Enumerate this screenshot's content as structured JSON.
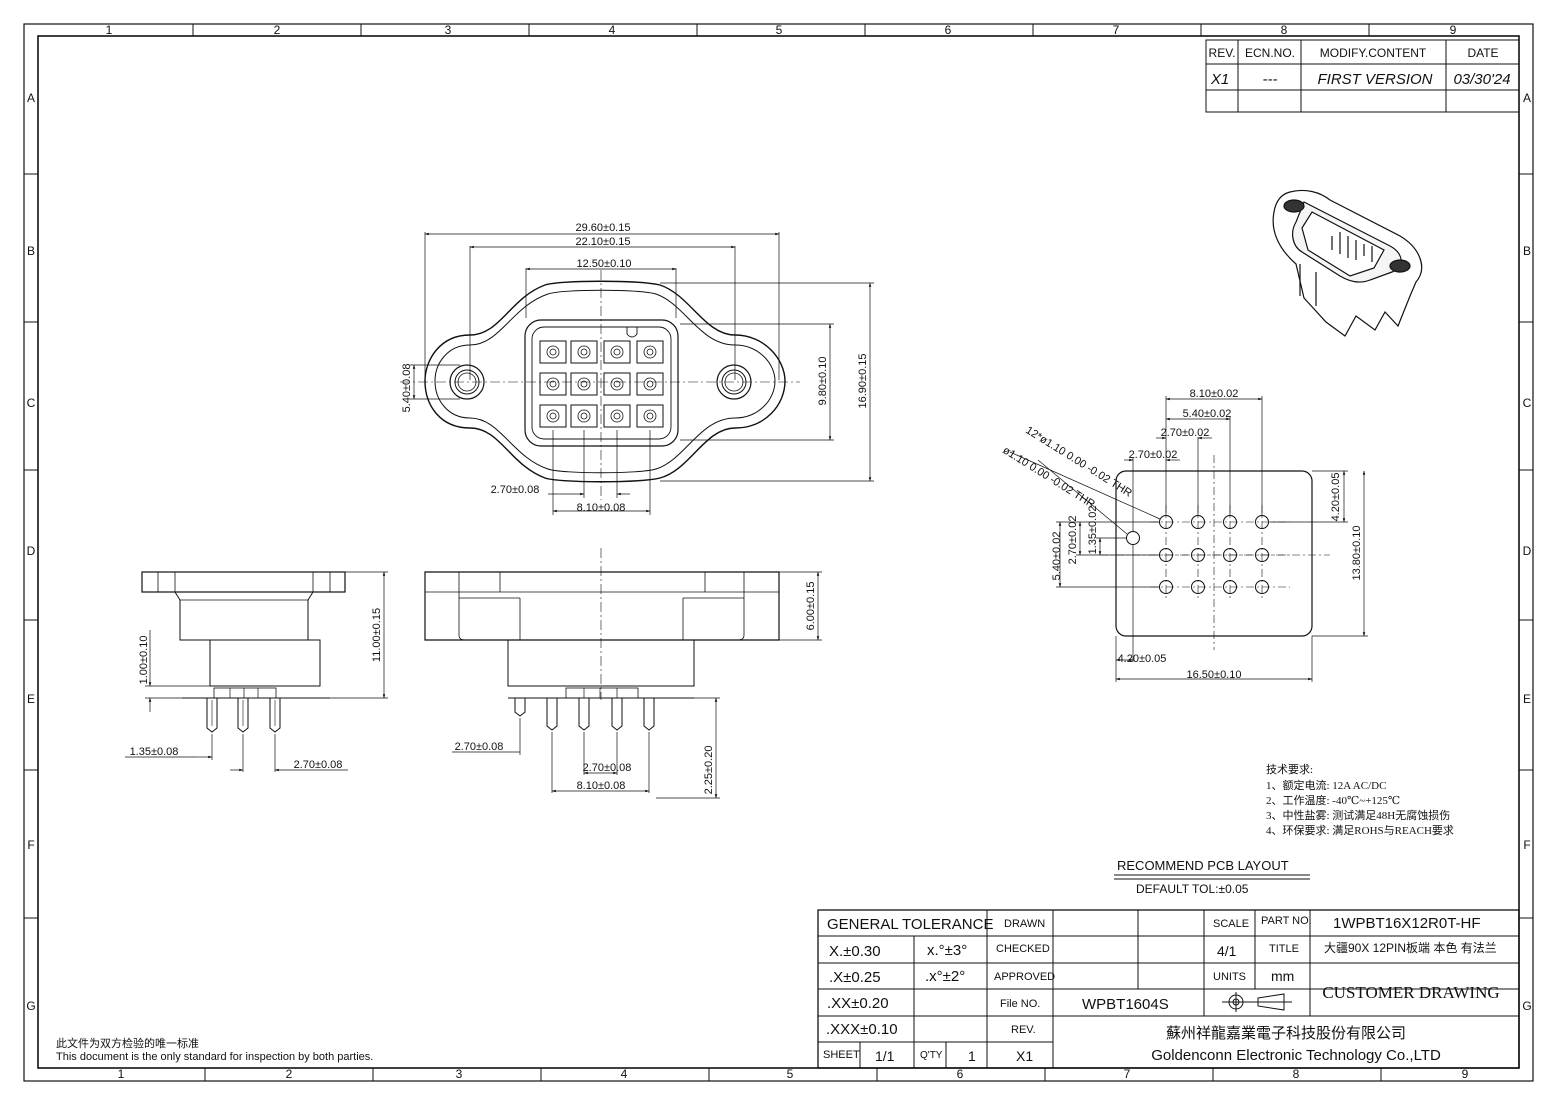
{
  "border": {
    "cols_top": [
      "1",
      "2",
      "3",
      "4",
      "5",
      "6",
      "7",
      "8",
      "9"
    ],
    "cols_bottom": [
      "1",
      "2",
      "3",
      "4",
      "5",
      "6",
      "7",
      "8",
      "9"
    ],
    "rows": [
      "A",
      "B",
      "C",
      "D",
      "E",
      "F",
      "G"
    ]
  },
  "revision": {
    "headers": [
      "REV.",
      "ECN.NO.",
      "MODIFY.CONTENT",
      "DATE"
    ],
    "rows": [
      [
        "X1",
        "---",
        "FIRST VERSION",
        "03/30'24"
      ]
    ]
  },
  "top_view_dims": {
    "overall_width": "29.60±0.15",
    "hole_spacing": "22.10±0.15",
    "body_width": "12.50±0.10",
    "hole_dia_y": "5.40±0.08",
    "body_height": "9.80±0.10",
    "overall_height": "16.90±0.15",
    "pin_pitch_a": "2.70±0.08",
    "pin_span_a": "8.10±0.08"
  },
  "side_view_left_dims": {
    "height": "11.00±0.15",
    "step": "1.00±0.10",
    "pin_offset": "1.35±0.08",
    "pin_pitch": "2.70±0.08"
  },
  "side_view_right_dims": {
    "flange": "6.00±0.15",
    "pin_pitch_left": "2.70±0.08",
    "pin_pitch": "2.70±0.08",
    "pin_span": "8.10±0.08",
    "pin_length": "2.25±0.20"
  },
  "pcb_layout_dims": {
    "span": "8.10±0.02",
    "span2": "5.40±0.02",
    "pitch_top": "2.70±0.02",
    "pitch_left": "2.70±0.02",
    "hole_note": "12*ø1.10  0.00 -0.02 THR",
    "peg_note": "ø1.10  0.00 -0.02 THR",
    "v_span": "5.40±0.02",
    "v_pitch": "2.70±0.02",
    "v_offset": "1.35±0.02",
    "right_top": "4.20±0.05",
    "right_height": "13.80±0.10",
    "left_bottom": "4.20±0.05",
    "width": "16.50±0.10"
  },
  "tech_requirements": {
    "title": "技术要求:",
    "items": [
      "1、额定电流: 12A AC/DC",
      "2、工作温度: -40℃~+125℃",
      "3、中性盐雾: 测试满足48H无腐蚀损伤",
      "4、环保要求: 满足ROHS与REACH要求"
    ]
  },
  "pcb_caption": {
    "title": "RECOMMEND PCB LAYOUT",
    "tolerance": "DEFAULT TOL:±0.05"
  },
  "title_block": {
    "general_tolerance": "GENERAL TOLERANCE",
    "tol_rows": [
      [
        "X.±0.30",
        "x.°±3°"
      ],
      [
        ".X±0.25",
        ".x°±2°"
      ],
      [
        ".XX±0.20",
        ""
      ],
      [
        ".XXX±0.10",
        ""
      ]
    ],
    "drawn": "DRAWN",
    "checked": "CHECKED",
    "approved": "APPROVED",
    "file_no_label": "File  NO.",
    "file_no": "WPBT1604S",
    "rev_label": "REV.",
    "rev": "X1",
    "sheet_label": "SHEET",
    "sheet": "1/1",
    "qty_label": "Q'TY",
    "qty": "1",
    "scale_label": "SCALE",
    "scale": "4/1",
    "units_label": "UNITS",
    "units": "mm",
    "part_no_label": "PART  NO.",
    "part_no": "1WPBT16X12R0T-HF",
    "title_label": "TITLE",
    "title": "大疆90X  12PIN板端 本色 有法兰",
    "drawing_type": "CUSTOMER DRAWING",
    "company_cn": "蘇州祥龍嘉業電子科技股份有限公司",
    "company_en": "Goldenconn  Electronic  Technology  Co.,LTD"
  },
  "footer_note": {
    "cn": "此文件为双方检验的唯一标准",
    "en": "This document is the only standard for inspection by both parties."
  }
}
